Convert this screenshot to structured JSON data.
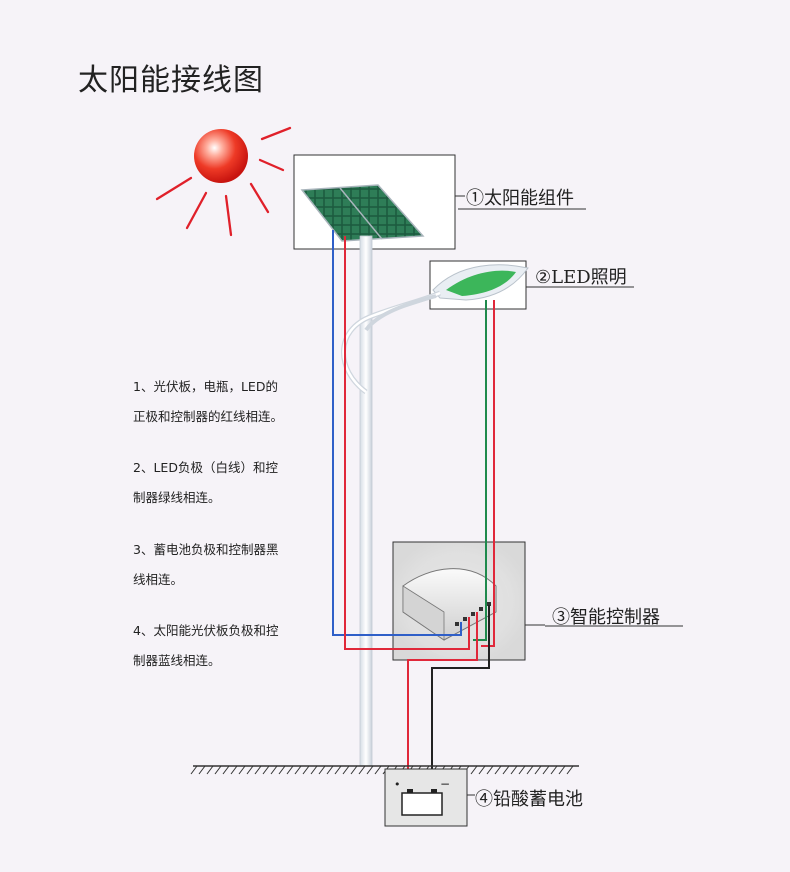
{
  "title": "太阳能接线图",
  "components": {
    "solar_panel": "①太阳能组件",
    "led_light": "②LED照明",
    "controller": "③智能控制器",
    "battery": "④铅酸蓄电池"
  },
  "battery_terminals": {
    "positive": "•",
    "negative": "−"
  },
  "notes": [
    {
      "line1": "1、光伏板，电瓶，LED的",
      "line2": "正极和控制器的红线相连。"
    },
    {
      "line1": "2、LED负极（白线）和控",
      "line2": "制器绿线相连。"
    },
    {
      "line1": "3、蓄电池负极和控制器黑",
      "line2": "线相连。"
    },
    {
      "line1": "4、太阳能光伏板负极和控",
      "line2": "制器蓝线相连。"
    }
  ],
  "colors": {
    "sun": "#e8231b",
    "sun_rays": "#e0202a",
    "red_wire": "#e0283a",
    "blue_wire": "#2f5fc8",
    "green_wire": "#1f8a4c",
    "black_wire": "#222222",
    "panel": "#1f6a4a",
    "led": "#3cb65a"
  }
}
